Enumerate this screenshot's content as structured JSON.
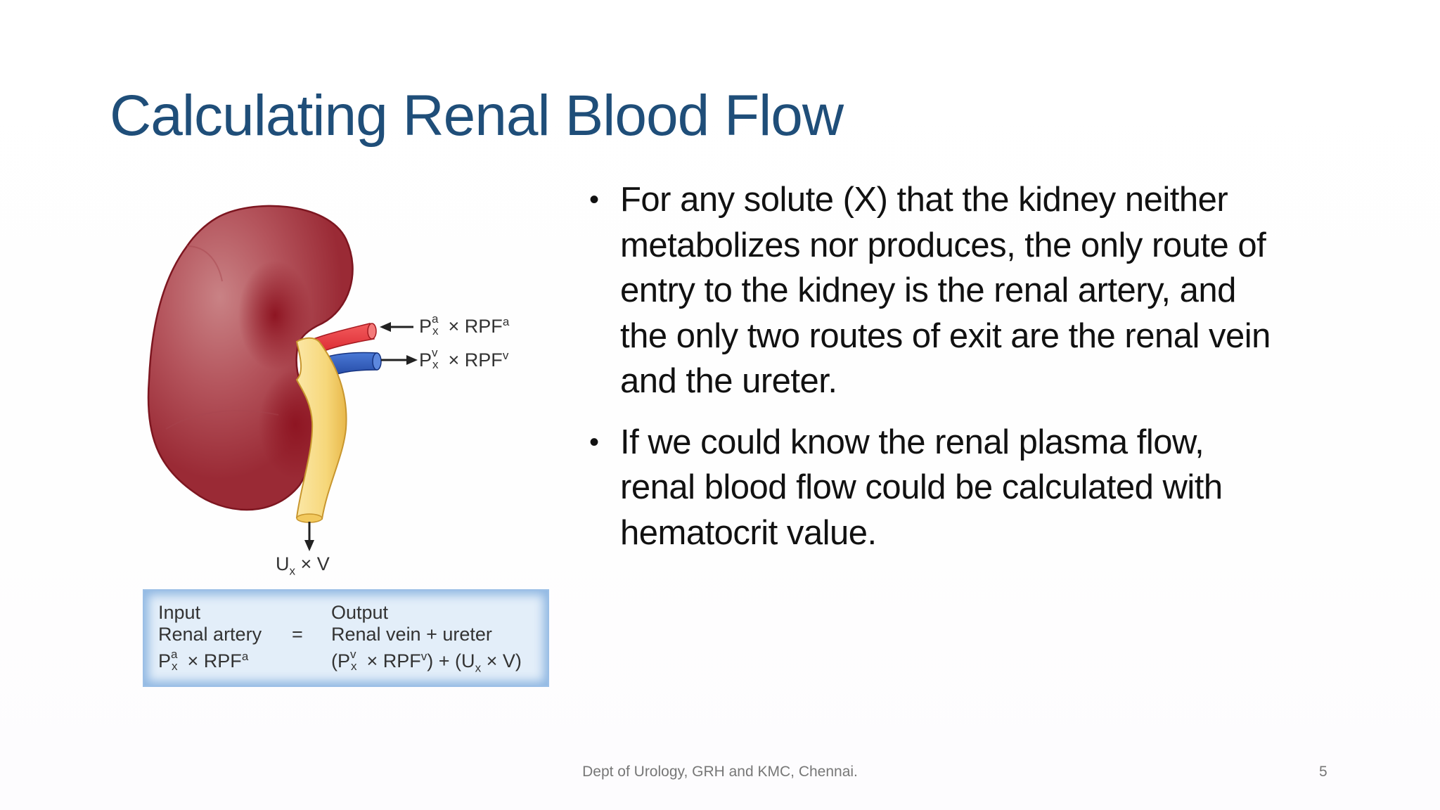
{
  "slide": {
    "title": "Calculating Renal Blood Flow",
    "page_number": "5",
    "footer": "Dept of Urology, GRH and KMC, Chennai.",
    "colors": {
      "title": "#1f4e79",
      "body_text": "#111111",
      "footer_text": "#777777",
      "kidney": "#9e2a36",
      "artery": "#e8343a",
      "vein": "#2a56b8",
      "ureter": "#f6d77a",
      "equation_box": "#e3eef9"
    }
  },
  "bullets": [
    {
      "lines": [
        "For any solute (X) that the kidney neither",
        "metabolizes nor produces, the only route of",
        "entry to the kidney is the renal artery, and",
        "the only two routes of exit are the renal vein",
        "and the ureter."
      ]
    },
    {
      "lines": [
        "If we could know the renal plasma flow,",
        "renal blood flow could be calculated with",
        "hematocrit value."
      ]
    }
  ],
  "figure": {
    "artery_label": {
      "P": "P",
      "sup": "a",
      "sub": "x",
      "rest": "× RPF",
      "rest_sup": "a"
    },
    "vein_label": {
      "P": "P",
      "sup": "v",
      "sub": "x",
      "rest": "× RPF",
      "rest_sup": "v"
    },
    "ureter_label": {
      "U": "U",
      "sub": "x",
      "rest": "× V"
    },
    "equation": {
      "input_header": "Input",
      "input_name": "Renal artery",
      "equals": "=",
      "output_header": "Output",
      "output_name": "Renal vein + ureter",
      "input_formula": {
        "P": "P",
        "sup": "a",
        "sub": "x",
        "rest": "× RPF",
        "rest_sup": "a"
      },
      "output_formula": {
        "open": "(P",
        "sup": "v",
        "sub": "x",
        "mid": "× RPF",
        "mid_sup": "v",
        "close1": ") + (U",
        "sub2": "x",
        "end": "× V)"
      }
    }
  }
}
